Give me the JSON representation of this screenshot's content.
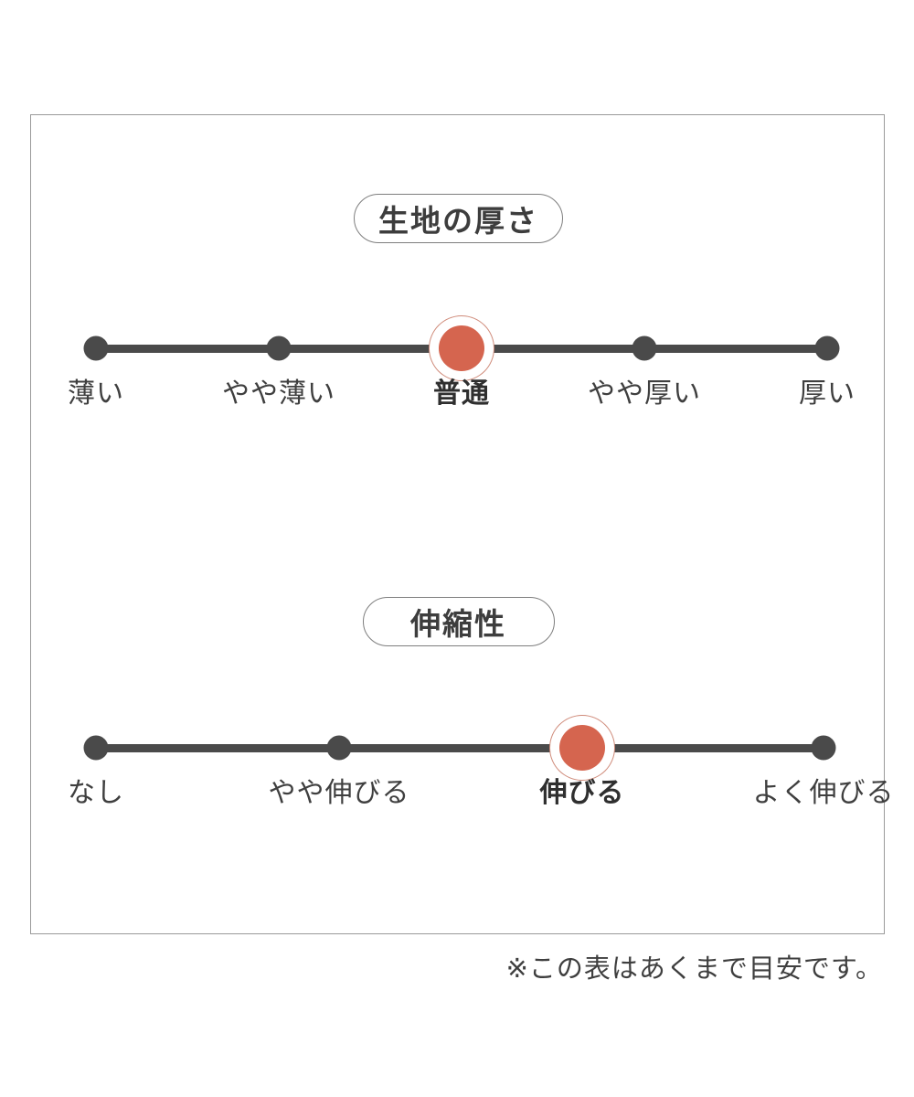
{
  "colors": {
    "selected_marker": "#d5654f",
    "selected_ring": "#cf8a79",
    "track": "#4a4a4a",
    "node": "#4a4a4a",
    "panel_border": "#9a9a9a",
    "pill_border": "#7e7e7e",
    "text": "#3f3f3f",
    "background": "#ffffff"
  },
  "panel": {
    "footnote": "※この表はあくまで目安です。"
  },
  "chart_data": {
    "type": "scale",
    "title": "",
    "charts": [
      {
        "id": "fabric-thickness",
        "heading": "生地の厚さ",
        "categories": [
          "薄い",
          "やや薄い",
          "普通",
          "やや厚い",
          "厚い"
        ],
        "selected_index": 2,
        "selected_label": "普通",
        "count": 5
      },
      {
        "id": "stretchiness",
        "heading": "伸縮性",
        "categories": [
          "なし",
          "やや伸びる",
          "伸びる",
          "よく伸びる"
        ],
        "selected_index": 2,
        "selected_label": "伸びる",
        "count": 4
      }
    ]
  }
}
